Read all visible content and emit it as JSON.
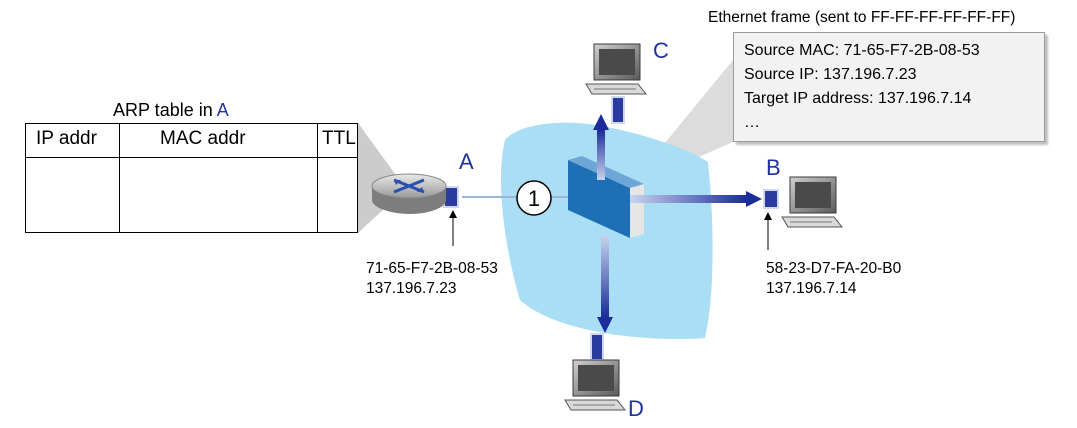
{
  "arp_table": {
    "title_prefix": "ARP table in ",
    "title_node": "A",
    "columns": [
      "IP addr",
      "MAC addr",
      "TTL"
    ]
  },
  "nodes": {
    "A": {
      "label": "A",
      "mac": "71-65-F7-2B-08-53",
      "ip": "137.196.7.23"
    },
    "B": {
      "label": "B",
      "mac": "58-23-D7-FA-20-B0",
      "ip": "137.196.7.14"
    },
    "C": {
      "label": "C"
    },
    "D": {
      "label": "D"
    }
  },
  "step_marker": "1",
  "ethernet_frame": {
    "title": "Ethernet frame (sent to FF-FF-FF-FF-FF-FF)",
    "lines": [
      "Source MAC: 71-65-F7-2B-08-53",
      "Source IP: 137.196.7.23",
      "Target IP address: 137.196.7.14",
      "…"
    ]
  },
  "colors": {
    "broadcast_area": "#a9def5",
    "switch_blue": "#1f6fb5",
    "arrow_blue": "#1b2d9a",
    "node_letter": "#1e3399"
  }
}
